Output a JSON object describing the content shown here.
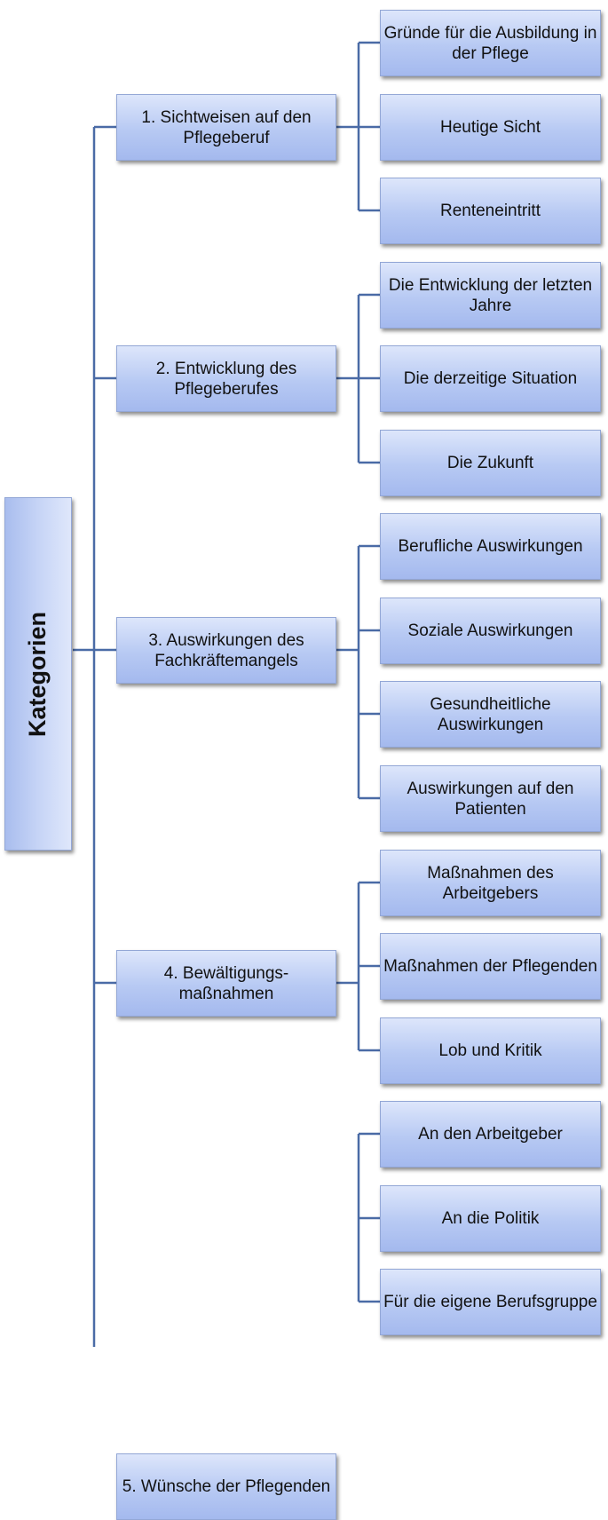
{
  "root": {
    "label": "Kategorien"
  },
  "categories": [
    {
      "label": "1. Sichtweisen auf den Pflegeberuf",
      "children": [
        "Gründe für die Ausbildung in der Pflege",
        "Heutige Sicht",
        "Renteneintritt"
      ]
    },
    {
      "label": "2. Entwicklung des Pflegeberufes",
      "children": [
        "Die Entwicklung der letzten Jahre",
        "Die derzeitige Situation",
        "Die Zukunft"
      ]
    },
    {
      "label": "3. Auswirkungen des Fachkräftemangels",
      "children": [
        "Berufliche Auswirkungen",
        "Soziale Auswirkungen",
        "Gesundheitliche Auswirkungen",
        "Auswirkungen auf den Patienten"
      ]
    },
    {
      "label": "4. Bewältigungs-maßnahmen",
      "children": [
        "Maßnahmen des Arbeitgebers",
        "Maßnahmen der Pflegenden",
        "Lob und Kritik"
      ]
    },
    {
      "label": "5. Wünsche der Pflegenden",
      "children": [
        "An den Arbeitgeber",
        "An die Politik",
        "Für die eigene Berufsgruppe"
      ]
    }
  ],
  "colors": {
    "connector": "#4a6ba6",
    "box_border": "#93a7d6"
  }
}
